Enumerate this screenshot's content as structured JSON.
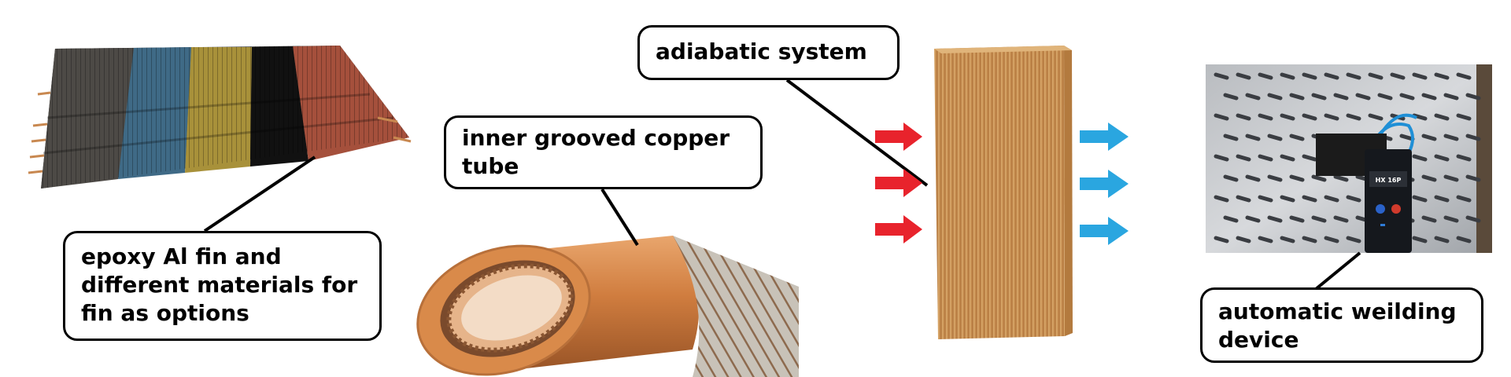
{
  "callouts": {
    "epoxy_fin": [
      "epoxy Al fin and",
      "different materials for",
      "fin as options"
    ],
    "copper_tube": [
      "inner grooved copper",
      "tube"
    ],
    "adiabatic": [
      "adiabatic system"
    ],
    "welding": [
      "automatic weilding",
      "device"
    ]
  },
  "device": {
    "label": "HX 16P"
  },
  "colors": {
    "arrow_in": "#e8232c",
    "arrow_out": "#2aa6e0",
    "copper": "#c97a3f",
    "pad": "#cf9a5c"
  }
}
